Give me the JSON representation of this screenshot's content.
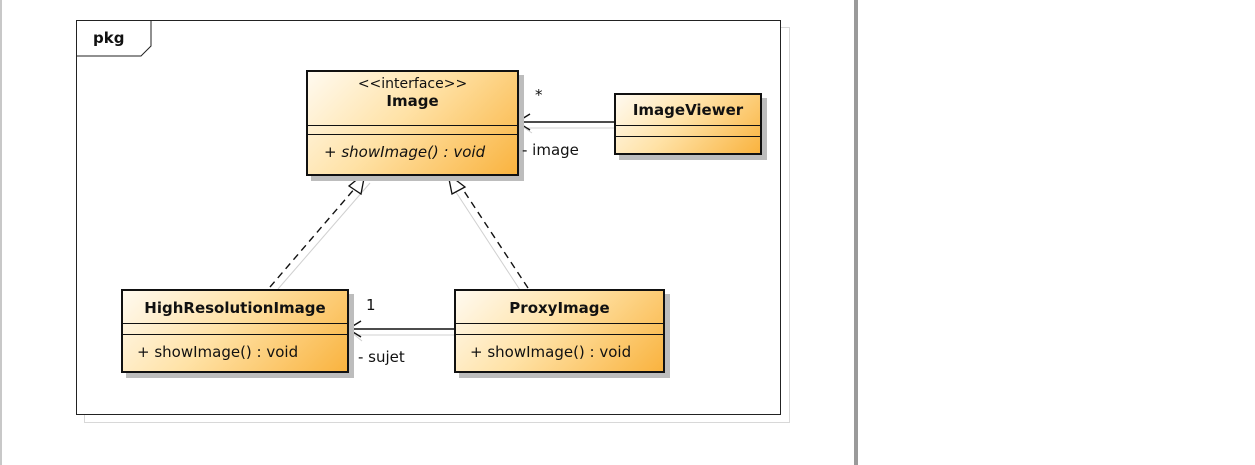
{
  "package": {
    "label": "pkg"
  },
  "classes": {
    "image": {
      "stereotype": "<<interface>>",
      "name": "Image",
      "operation": "+ showImage() : void"
    },
    "image_viewer": {
      "name": "ImageViewer"
    },
    "high_resolution_image": {
      "name": "HighResolutionImage",
      "operation": "+ showImage() : void"
    },
    "proxy_image": {
      "name": "ProxyImage",
      "operation": "+ showImage() : void"
    }
  },
  "associations": {
    "viewer_to_image": {
      "multiplicity": "*",
      "role": "- image"
    },
    "proxy_to_high_res": {
      "multiplicity": "1",
      "role": "- sujet"
    }
  },
  "colors": {
    "class_fill_light": "#fffaf0",
    "class_fill_dark": "#f9b33f",
    "border": "#111111",
    "shadow": "#bdbdbd"
  }
}
